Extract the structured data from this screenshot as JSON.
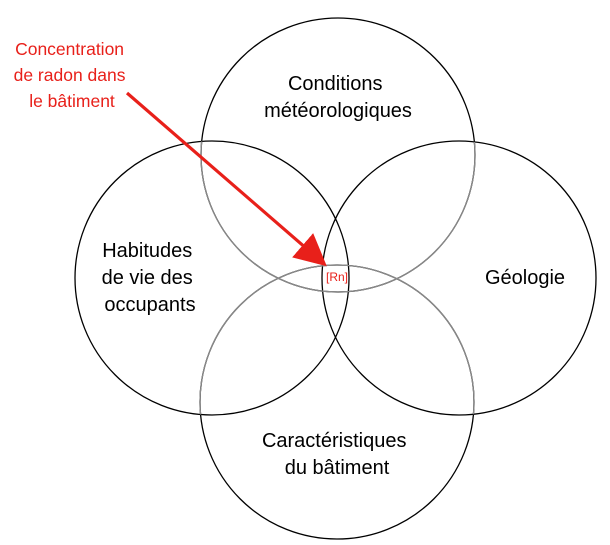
{
  "diagram": {
    "circles": [
      {
        "id": "conditions",
        "lines": [
          "Conditions",
          "météorologiques"
        ]
      },
      {
        "id": "habitudes",
        "lines": [
          "Habitudes",
          "de vie des",
          "occupants"
        ]
      },
      {
        "id": "geologie",
        "lines": [
          "Géologie"
        ]
      },
      {
        "id": "caracteristiques",
        "lines": [
          "Caractéristiques",
          "du bâtiment"
        ]
      }
    ],
    "center_label": "[Rn]",
    "annotation": {
      "lines": [
        "Concentration",
        "de radon dans",
        "le bâtiment"
      ]
    },
    "colors": {
      "circle_stroke": "#000000",
      "overlap_stroke": "#8a8a8a",
      "accent": "#e8201a"
    }
  }
}
